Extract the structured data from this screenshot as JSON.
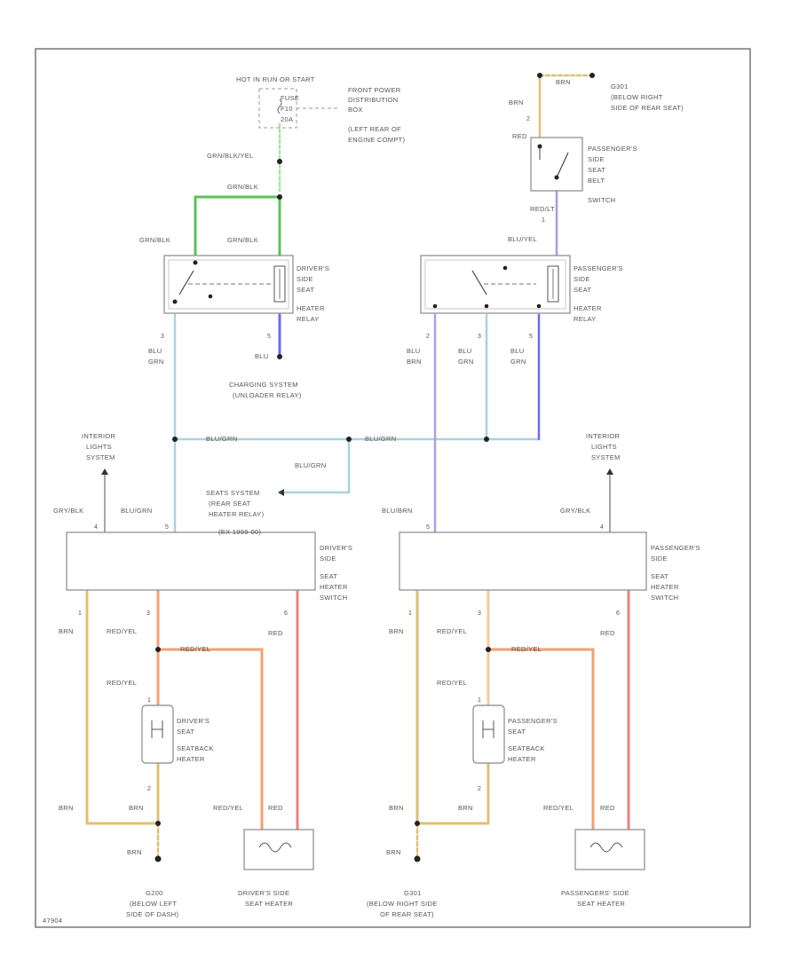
{
  "fuse_block": {
    "header": "HOT IN RUN OR START",
    "fuse": [
      "FUSE",
      "F10",
      "20A"
    ],
    "location": [
      "FRONT POWER",
      "DISTRIBUTION",
      "BOX",
      "(LEFT REAR OF",
      "ENGINE COMPT)"
    ]
  },
  "ground_top": {
    "wire": "BRN",
    "id": "G301",
    "location": [
      "(BELOW RIGHT",
      "SIDE OF REAR SEAT)"
    ]
  },
  "pass_belt_switch": {
    "label": [
      "PASSENGER'S",
      "SIDE",
      "SEAT",
      "BELT",
      "SWITCH"
    ],
    "pin_top": "2",
    "pin_bottom": "1",
    "wire_top": "BRN",
    "wire_top2": "RED",
    "wire_bottom": "RED/LT",
    "wire_relay": "BLU/YEL"
  },
  "driver_relay": {
    "label": [
      "DRIVER'S",
      "SIDE",
      "SEAT",
      "HEATER",
      "RELAY"
    ],
    "wire_fuse": "GRN/BLK/YEL",
    "wire_mid": "GRN/BLK",
    "wire_left": "GRN/BLK",
    "wire_right": "GRN/BLK",
    "pin_left": "3",
    "wire_left_down": [
      "BLU",
      "GRN"
    ],
    "pin_right": "5",
    "wire_right_down": "BLU"
  },
  "pass_relay": {
    "label": [
      "PASSENGER'S",
      "SIDE",
      "SEAT",
      "HEATER",
      "RELAY"
    ],
    "pins": [
      "2",
      "3",
      "5"
    ],
    "wires": [
      [
        "BLU",
        "BRN"
      ],
      [
        "BLU",
        "GRN"
      ],
      [
        "BLU",
        "GRN"
      ]
    ]
  },
  "charging": [
    "CHARGING SYSTEM",
    "(UNLOADER RELAY)"
  ],
  "bus_wires": [
    "BLU/GRN",
    "BLU/GRN",
    "BLU/GRN"
  ],
  "rear_relay": [
    "SEATS SYSTEM",
    "(REAR SEAT",
    "HEATER RELAY)",
    "(EX 1999-00)"
  ],
  "left_interior": [
    "INTERIOR",
    "LIGHTS",
    "SYSTEM"
  ],
  "right_interior": [
    "INTERIOR",
    "LIGHTS",
    "SYSTEM"
  ],
  "driver_switch": {
    "label": [
      "DRIVER'S",
      "SIDE",
      "SEAT",
      "HEATER",
      "SWITCH"
    ],
    "wire_dim": "GRY/BLK",
    "wire_bus": "BLU/GRN",
    "pin_dim": "4",
    "pin_bus": "5",
    "pins_bottom": [
      "1",
      "3",
      "6"
    ],
    "wire_brn": "BRN",
    "wire_redyel": "RED/YEL",
    "wire_red": "RED",
    "wire_redyel_h": "RED/YEL",
    "wire_redyel_2": "RED/YEL"
  },
  "pass_switch": {
    "label": [
      "PASSENGER'S",
      "SIDE",
      "SEAT",
      "HEATER",
      "SWITCH"
    ],
    "wire_dim": "GRY/BLK",
    "wire_bus": "BLU/BRN",
    "pin_dim": "4",
    "pin_bus": "5",
    "pins_bottom": [
      "1",
      "3",
      "6"
    ],
    "wire_brn": "BRN",
    "wire_redyel": "RED/YEL",
    "wire_red": "RED",
    "wire_redyel_h": "RED/YEL",
    "wire_redyel_2": "RED/YEL"
  },
  "driver_seatback": {
    "label": [
      "DRIVER'S",
      "SEAT",
      "SEATBACK",
      "HEATER"
    ],
    "pin_top": "1",
    "pin_bottom": "2",
    "wire_brn": "BRN",
    "wire_brn2": "BRN",
    "wire_heater_redyel": "RED/YEL",
    "wire_heater_red": "RED",
    "wire_ground": "BRN"
  },
  "pass_seatback": {
    "label": [
      "PASSENGER'S",
      "SEAT",
      "SEATBACK",
      "HEATER"
    ],
    "pin_top": "1",
    "pin_bottom": "2",
    "wire_brn": "BRN",
    "wire_brn2": "BRN",
    "wire_heater_redyel": "RED/YEL",
    "wire_heater_red": "RED",
    "wire_ground": "BRN"
  },
  "driver_heater": [
    "DRIVER'S SIDE",
    "SEAT HEATER"
  ],
  "pass_heater": [
    "PASSENGERS' SIDE",
    "SEAT HEATER"
  ],
  "ground_left": [
    "G200",
    "(BELOW LEFT",
    "SIDE OF DASH)"
  ],
  "ground_right": [
    "G301",
    "(BELOW RIGHT SIDE",
    "OF REAR SEAT)"
  ],
  "figure_id": "47904",
  "colors": {
    "green": "#5cc15c",
    "light_green": "#a8e6a0",
    "blue": "#6b6bf0",
    "light_blue": "#a8d4dc",
    "violet": "#b0a0e0",
    "tan": "#e0c070",
    "orange": "#f0a070",
    "red": "#f08080",
    "peach": "#f7c8a0"
  }
}
